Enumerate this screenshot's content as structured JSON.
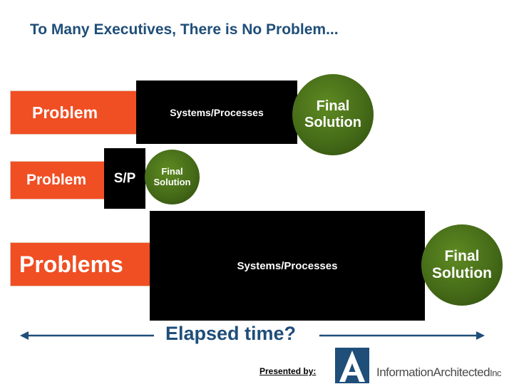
{
  "title": "To Many Executives, There is No Problem...",
  "rows": [
    {
      "problem": "Problem",
      "systems": "Systems/Processes",
      "solution_line1": "Final",
      "solution_line2": "Solution"
    },
    {
      "problem": "Problem",
      "systems": "S/P",
      "solution_line1": "Final",
      "solution_line2": "Solution"
    },
    {
      "problem": "Problems",
      "systems": "Systems/Processes",
      "solution_line1": "Final",
      "solution_line2": "Solution"
    }
  ],
  "timeline": {
    "label": "Elapsed time?"
  },
  "footer": {
    "presented_by": "Presented by:",
    "logo_main": "InformationArchitected",
    "logo_suffix": "Inc",
    "logo_letter": "A"
  },
  "colors": {
    "problem": "#f04e23",
    "systems": "#000000",
    "solution": "#456b18",
    "title": "#1f4e79"
  }
}
